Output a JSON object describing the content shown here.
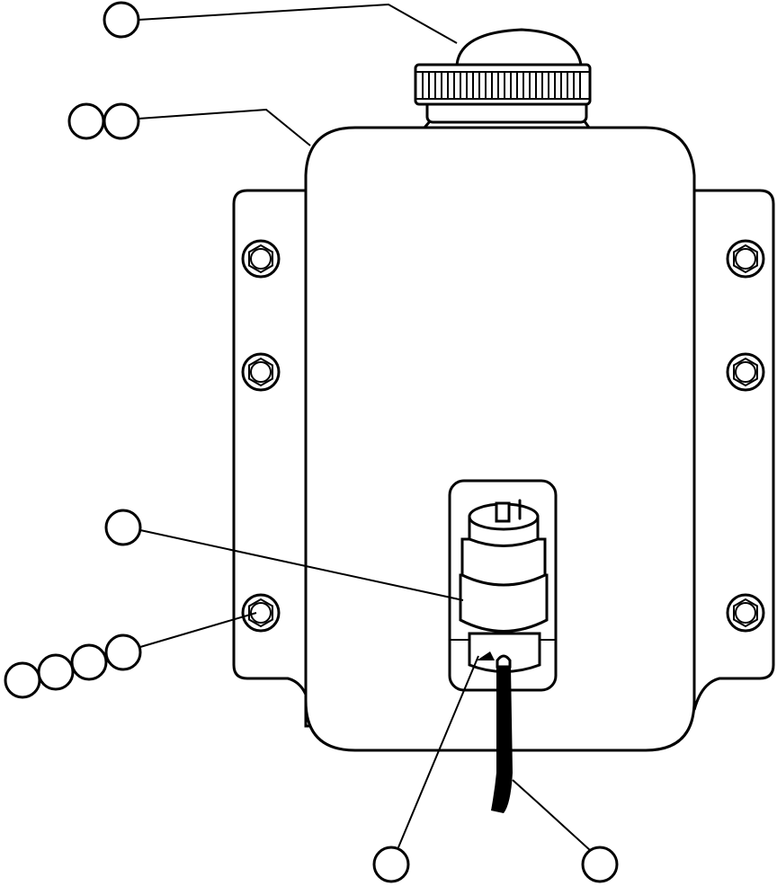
{
  "diagram": {
    "line_color": "#000000",
    "background_color": "#ffffff",
    "callouts": [
      {
        "id": "cap"
      },
      {
        "id": "tank-a"
      },
      {
        "id": "tank-b"
      },
      {
        "id": "connector"
      },
      {
        "id": "bolt-a"
      },
      {
        "id": "bolt-b"
      },
      {
        "id": "bolt-c"
      },
      {
        "id": "bolt-d"
      },
      {
        "id": "terminal"
      },
      {
        "id": "cable"
      }
    ]
  }
}
